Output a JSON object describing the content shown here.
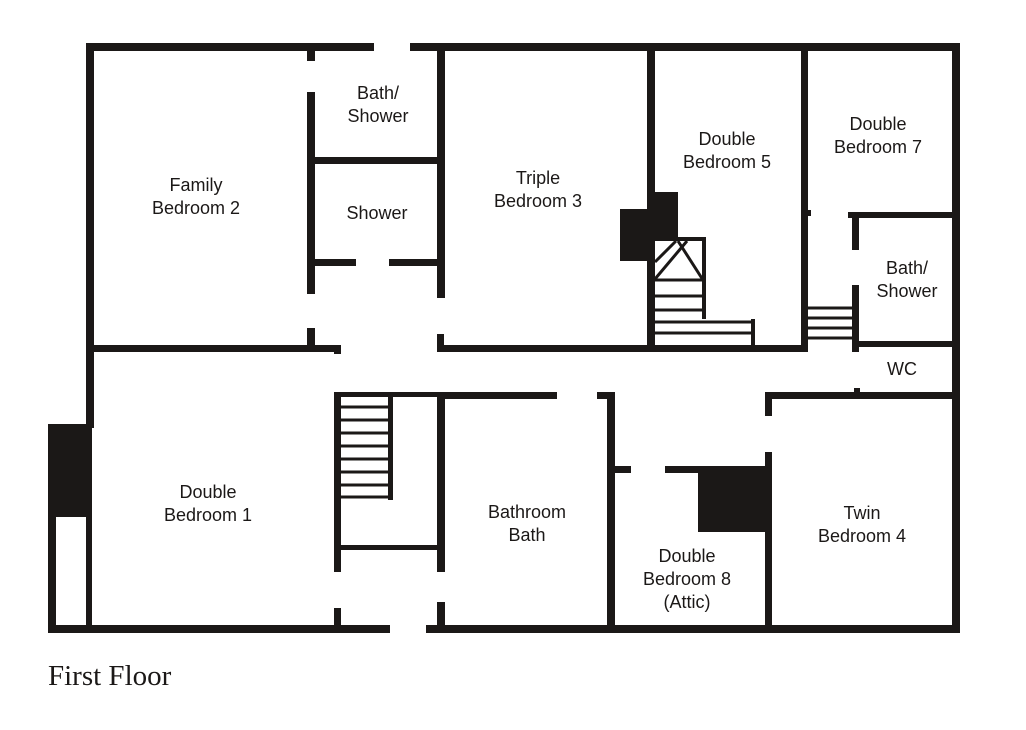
{
  "floor_title": "First Floor",
  "colors": {
    "wall": "#1b1817",
    "background": "#ffffff"
  },
  "rooms": {
    "family_bedroom_2": [
      "Family",
      "Bedroom 2"
    ],
    "bath_shower_top": [
      "Bath/",
      "Shower"
    ],
    "shower": [
      "Shower"
    ],
    "triple_bedroom_3": [
      "Triple",
      "Bedroom 3"
    ],
    "double_bedroom_5": [
      "Double",
      "Bedroom 5"
    ],
    "double_bedroom_7": [
      "Double",
      "Bedroom 7"
    ],
    "bath_shower_right": [
      "Bath/",
      "Shower"
    ],
    "wc": [
      "WC"
    ],
    "double_bedroom_1": [
      "Double",
      "Bedroom 1"
    ],
    "bathroom_bath": [
      "Bathroom",
      "Bath"
    ],
    "double_bedroom_8": [
      "Double",
      "Bedroom 8",
      "(Attic)"
    ],
    "twin_bedroom_4": [
      "Twin",
      "Bedroom 4"
    ]
  }
}
